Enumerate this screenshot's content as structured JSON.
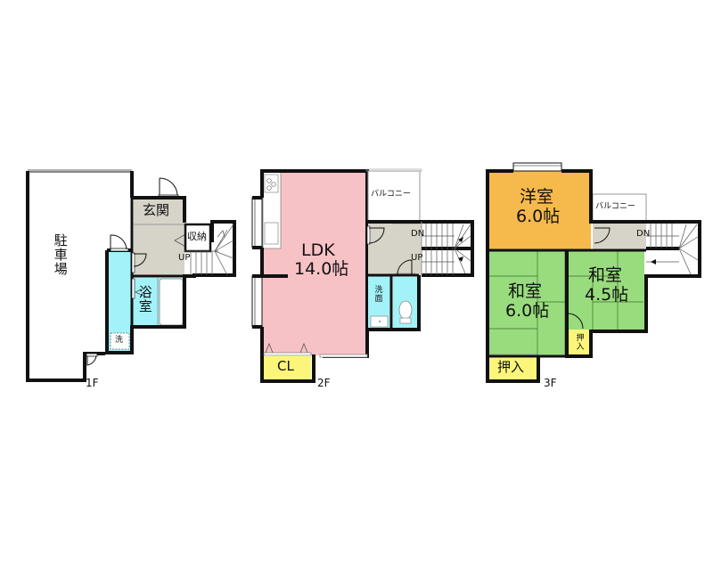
{
  "colors": {
    "wall": "#111111",
    "hall": "#d6d3c8",
    "ldk": "#f7c2c6",
    "wet": "#a3f2f9",
    "closet": "#fbf57a",
    "western": "#f6b94c",
    "tatami": "#99dc7d",
    "balcony_outline": "#9a9a9a"
  },
  "floor1": {
    "tag": "1F",
    "parking": "駐車場",
    "entrance": "玄関",
    "storage": "収納",
    "bath": "浴室",
    "washer": "洗",
    "stairs_up": "UP"
  },
  "floor2": {
    "tag": "2F",
    "ldk_name": "LDK",
    "ldk_size": "14.0帖",
    "balcony": "バルコニー",
    "washroom": "洗面",
    "closet": "CL",
    "stairs_dn": "DN",
    "stairs_up": "UP"
  },
  "floor3": {
    "tag": "3F",
    "western_name": "洋室",
    "western_size": "6.0帖",
    "tatami1_name": "和室",
    "tatami1_size": "6.0帖",
    "tatami2_name": "和室",
    "tatami2_size": "4.5帖",
    "balcony": "バルコニー",
    "oshiire_large": "押入",
    "oshiire_small": "押入",
    "stairs_dn": "DN"
  }
}
